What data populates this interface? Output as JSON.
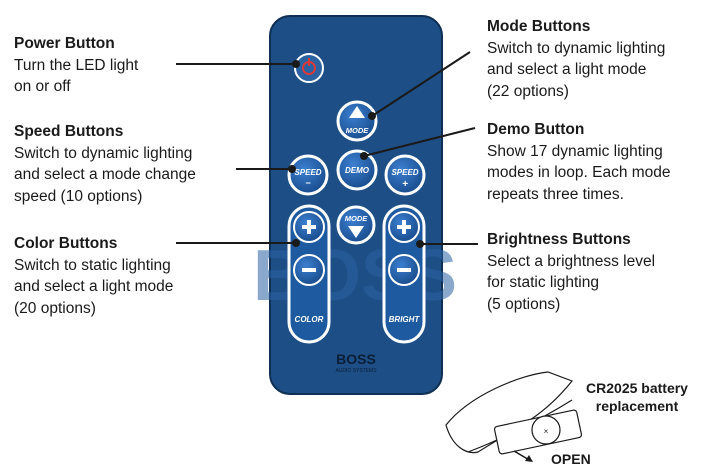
{
  "callouts": {
    "power": {
      "title": "Power Button",
      "lines": [
        "Turn the LED light",
        "on or off"
      ]
    },
    "speed": {
      "title": "Speed Buttons",
      "lines": [
        "Switch to dynamic lighting",
        "and select a mode change",
        "speed (10 options)"
      ]
    },
    "color": {
      "title": "Color Buttons",
      "lines": [
        "Switch to static lighting",
        "and select a light mode",
        "(20 options)"
      ]
    },
    "mode": {
      "title": "Mode Buttons",
      "lines": [
        "Switch to dynamic lighting",
        "and select a light mode",
        "(22 options)"
      ]
    },
    "demo": {
      "title": "Demo Button",
      "lines": [
        "Show 17 dynamic lighting",
        "modes in loop. Each mode",
        "repeats three times."
      ]
    },
    "bright": {
      "title": "Brightness Buttons",
      "lines": [
        "Select a brightness level",
        "for static lighting",
        "(5 options)"
      ]
    }
  },
  "remote": {
    "mode_up": "MODE",
    "mode_down": "MODE",
    "demo": "DEMO",
    "speed": "SPEED",
    "minus_sign": "−",
    "plus_sign": "+",
    "color": "COLOR",
    "bright": "BRIGHT",
    "brand": "BOSS",
    "brand_sub": "AUDIO SYSTEMS"
  },
  "battery": {
    "label_line1": "CR2025 battery",
    "label_line2": "replacement",
    "open": "OPEN"
  },
  "colors": {
    "remote_body": "#1d4f86",
    "button_fill": "#1e5aa0",
    "button_ring": "#ffffff",
    "power_red": "#d83a3a",
    "leader": "#1a1a1a"
  }
}
